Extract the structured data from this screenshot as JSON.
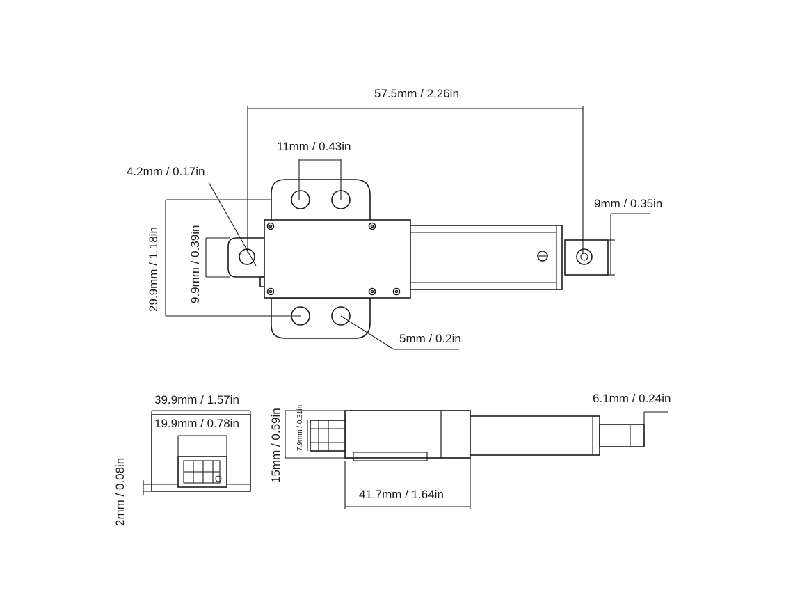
{
  "labels": {
    "overall_length": "57.5mm / 2.26in",
    "hole_spacing": "11mm / 0.43in",
    "mount_hole_dia": "4.2mm / 0.17in",
    "rod_end_width": "9mm / 0.35in",
    "mount_height": "29.9mm / 1.18in",
    "rear_clevis_width": "9.9mm / 0.39in",
    "bracket_hole_dia": "5mm / 0.2in",
    "end_view_width": "39.9mm / 1.57in",
    "end_view_inner_width": "19.9mm / 0.78in",
    "plate_thickness": "2mm / 0.08in",
    "body_height": "15mm / 0.59in",
    "clevis_height": "7.9mm / 0.31in",
    "body_length": "41.7mm / 1.64in",
    "rod_diameter": "6.1mm / 0.24in"
  }
}
